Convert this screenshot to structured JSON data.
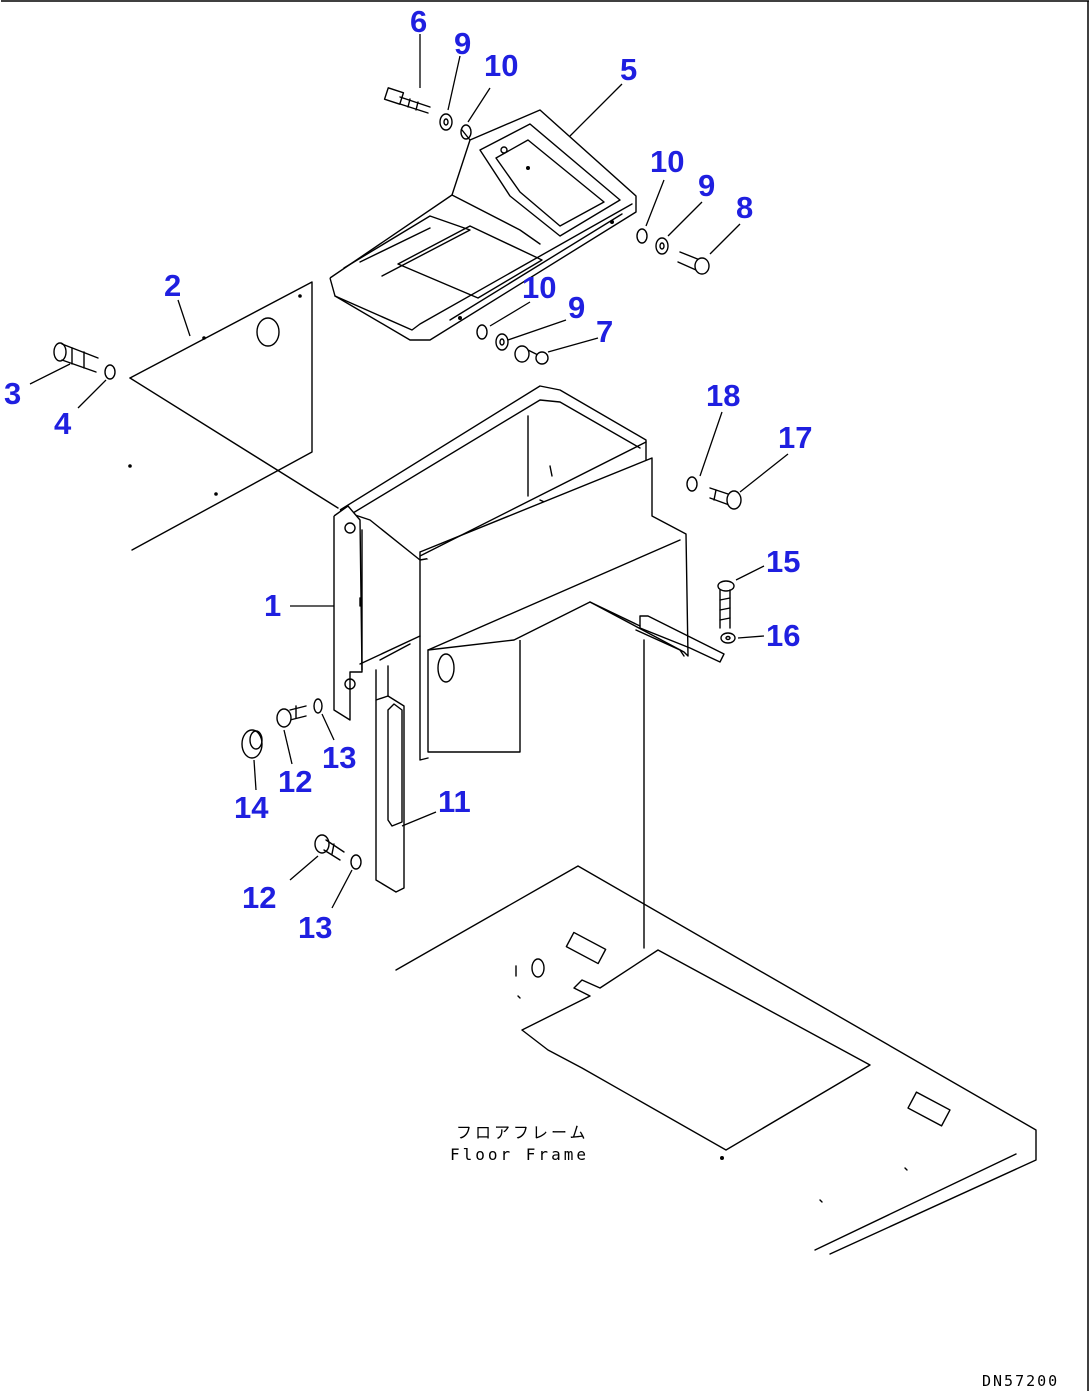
{
  "colors": {
    "callout": "#1f1fe0",
    "line": "#000000",
    "background": "#ffffff"
  },
  "callouts": [
    {
      "id": "c6",
      "text": "6"
    },
    {
      "id": "c9a",
      "text": "9"
    },
    {
      "id": "c10a",
      "text": "10"
    },
    {
      "id": "c5",
      "text": "5"
    },
    {
      "id": "c10b",
      "text": "10"
    },
    {
      "id": "c9b",
      "text": "9"
    },
    {
      "id": "c8",
      "text": "8"
    },
    {
      "id": "c2",
      "text": "2"
    },
    {
      "id": "c3",
      "text": "3"
    },
    {
      "id": "c4",
      "text": "4"
    },
    {
      "id": "c10c",
      "text": "10"
    },
    {
      "id": "c9c",
      "text": "9"
    },
    {
      "id": "c7",
      "text": "7"
    },
    {
      "id": "c18",
      "text": "18"
    },
    {
      "id": "c17",
      "text": "17"
    },
    {
      "id": "c15",
      "text": "15"
    },
    {
      "id": "c16",
      "text": "16"
    },
    {
      "id": "c1",
      "text": "1"
    },
    {
      "id": "c13a",
      "text": "13"
    },
    {
      "id": "c12a",
      "text": "12"
    },
    {
      "id": "c14",
      "text": "14"
    },
    {
      "id": "c11",
      "text": "11"
    },
    {
      "id": "c12b",
      "text": "12"
    },
    {
      "id": "c13b",
      "text": "13"
    }
  ],
  "floor_frame": {
    "label_jp": "フロアフレーム",
    "label_en": "Floor Frame"
  },
  "drawing_code": "DN57200"
}
